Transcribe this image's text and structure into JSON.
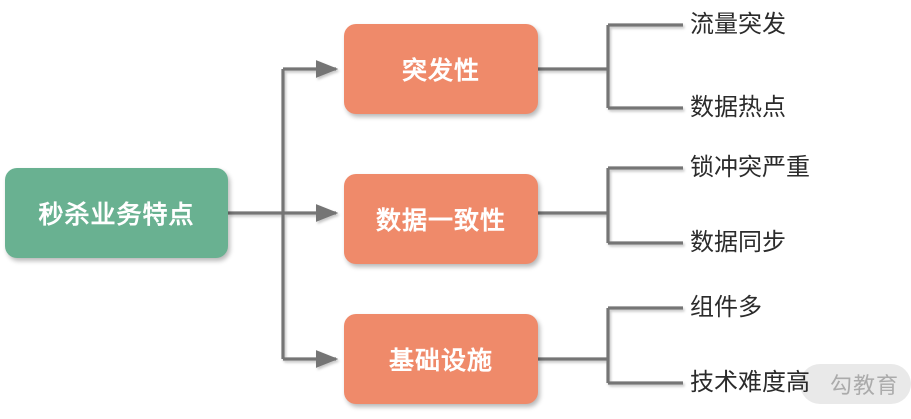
{
  "diagram": {
    "type": "mindmap",
    "title": "秒杀业务特点",
    "orientation": "left-to-right",
    "colors": {
      "root_fill": "#69b191",
      "branch_fill": "#ef8a6a",
      "node_text": "#ffffff",
      "leaf_text": "#2b2b2b",
      "connector": "#757575",
      "background": "#ffffff"
    },
    "root": {
      "label": "秒杀业务特点"
    },
    "branches": [
      {
        "label": "突发性",
        "leaves": [
          {
            "label": "流量突发"
          },
          {
            "label": "数据热点"
          }
        ]
      },
      {
        "label": "数据一致性",
        "leaves": [
          {
            "label": "锁冲突严重"
          },
          {
            "label": "数据同步"
          }
        ]
      },
      {
        "label": "基础设施",
        "leaves": [
          {
            "label": "组件多"
          },
          {
            "label": "技术难度高"
          }
        ]
      }
    ]
  },
  "watermark": {
    "label": "勾教育"
  }
}
